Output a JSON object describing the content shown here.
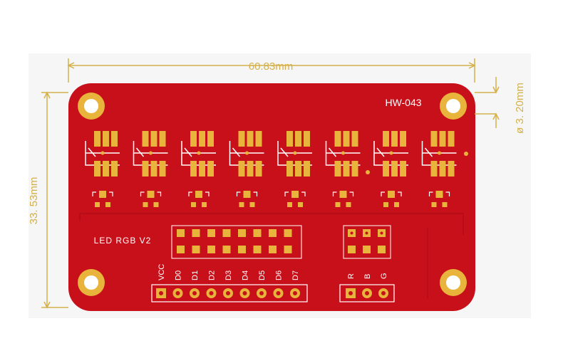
{
  "board": {
    "label": "HW-043",
    "title": "LED RGB V2"
  },
  "dimensions": {
    "width": "60.83mm",
    "height": "33. 53mm",
    "hole": "ø 3. 20mm"
  },
  "headers": {
    "data_pins": [
      "VCC",
      "D0",
      "D1",
      "D2",
      "D3",
      "D4",
      "D5",
      "D6",
      "D7"
    ],
    "rgb_pins": [
      "R",
      "B",
      "G"
    ]
  },
  "colors": {
    "pcb": "#c8101a",
    "copper": "#e8b43c",
    "dimension": "#d4b04a",
    "silkscreen": "#ffffff",
    "background": "#f4f4f4"
  }
}
